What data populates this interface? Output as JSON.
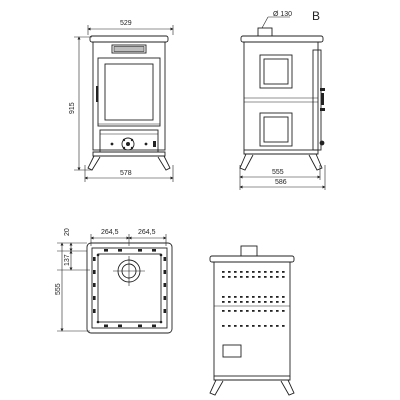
{
  "sheet_label": "B",
  "front_view": {
    "width_top": "529",
    "height": "915",
    "width_bottom": "578"
  },
  "side_view": {
    "flue_diameter": "Ø 130",
    "depth": "555",
    "depth_total": "586"
  },
  "top_view": {
    "offset_a": "20",
    "offset_b": "137",
    "spacing_left": "264,5",
    "spacing_right": "264,5",
    "depth": "555"
  },
  "colors": {
    "line": "#222222",
    "background": "#ffffff"
  }
}
